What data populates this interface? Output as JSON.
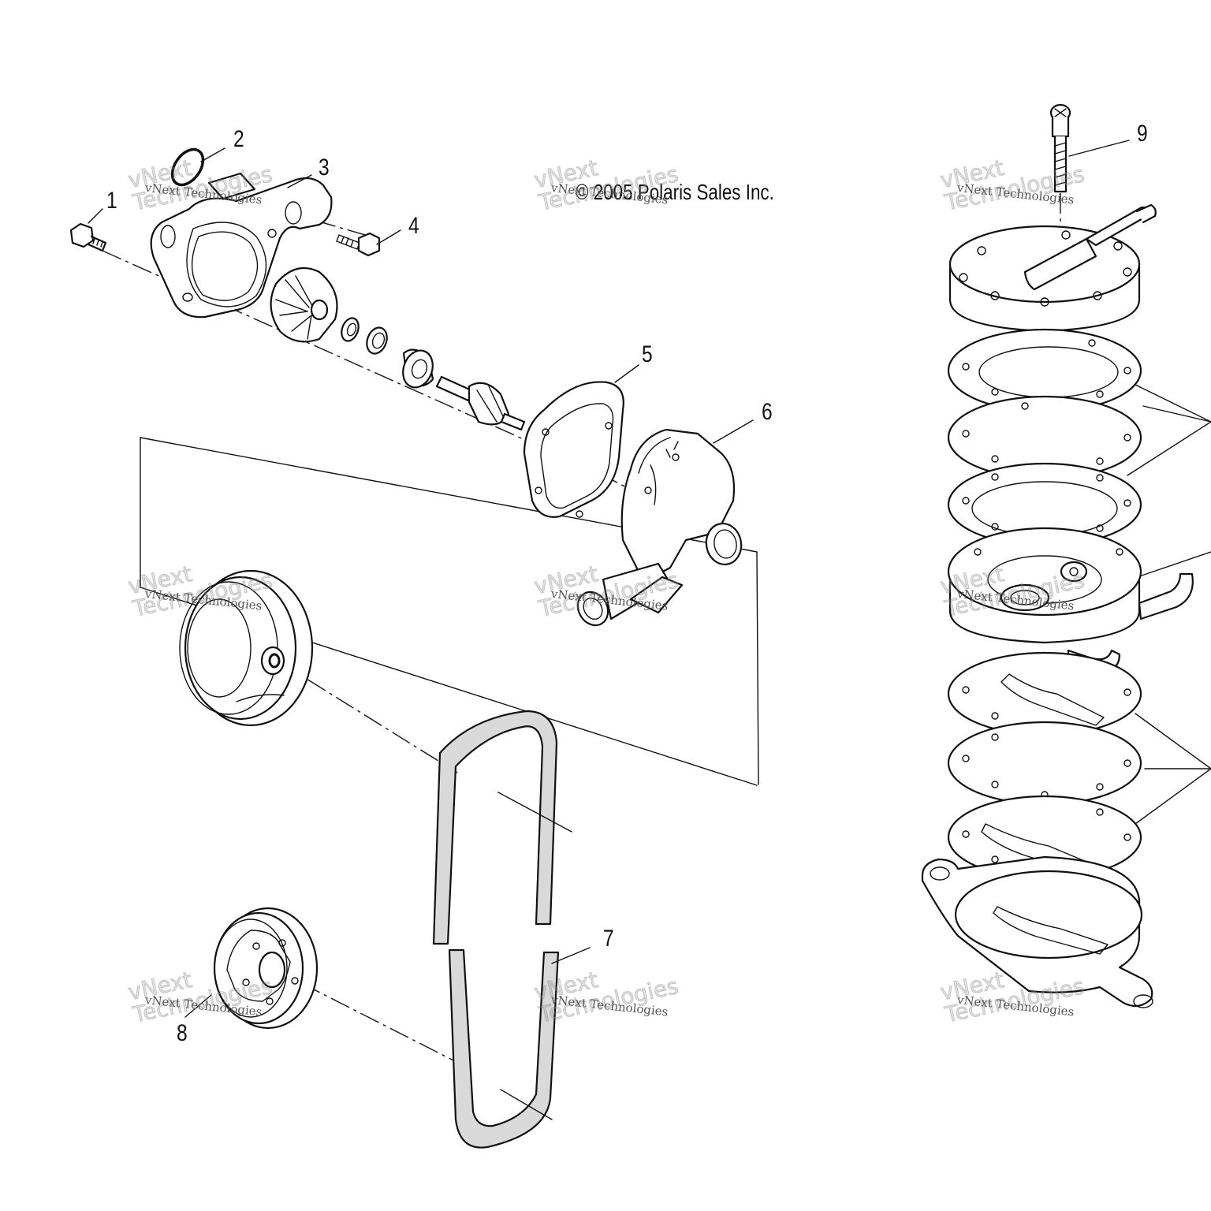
{
  "copyright": "© 2005 Polaris Sales Inc.",
  "watermark": {
    "name": "vNext Technologies",
    "big_line1": "vNext",
    "big_line2": "Technologies"
  },
  "callouts": [
    {
      "id": "1",
      "label": "1"
    },
    {
      "id": "2",
      "label": "2"
    },
    {
      "id": "3",
      "label": "3"
    },
    {
      "id": "4",
      "label": "4"
    },
    {
      "id": "5",
      "label": "5"
    },
    {
      "id": "6",
      "label": "6"
    },
    {
      "id": "7",
      "label": "7"
    },
    {
      "id": "8",
      "label": "8"
    },
    {
      "id": "9",
      "label": "9"
    }
  ],
  "colors": {
    "ink": "#111111",
    "paper": "#ffffff",
    "watermark": "#969696"
  }
}
